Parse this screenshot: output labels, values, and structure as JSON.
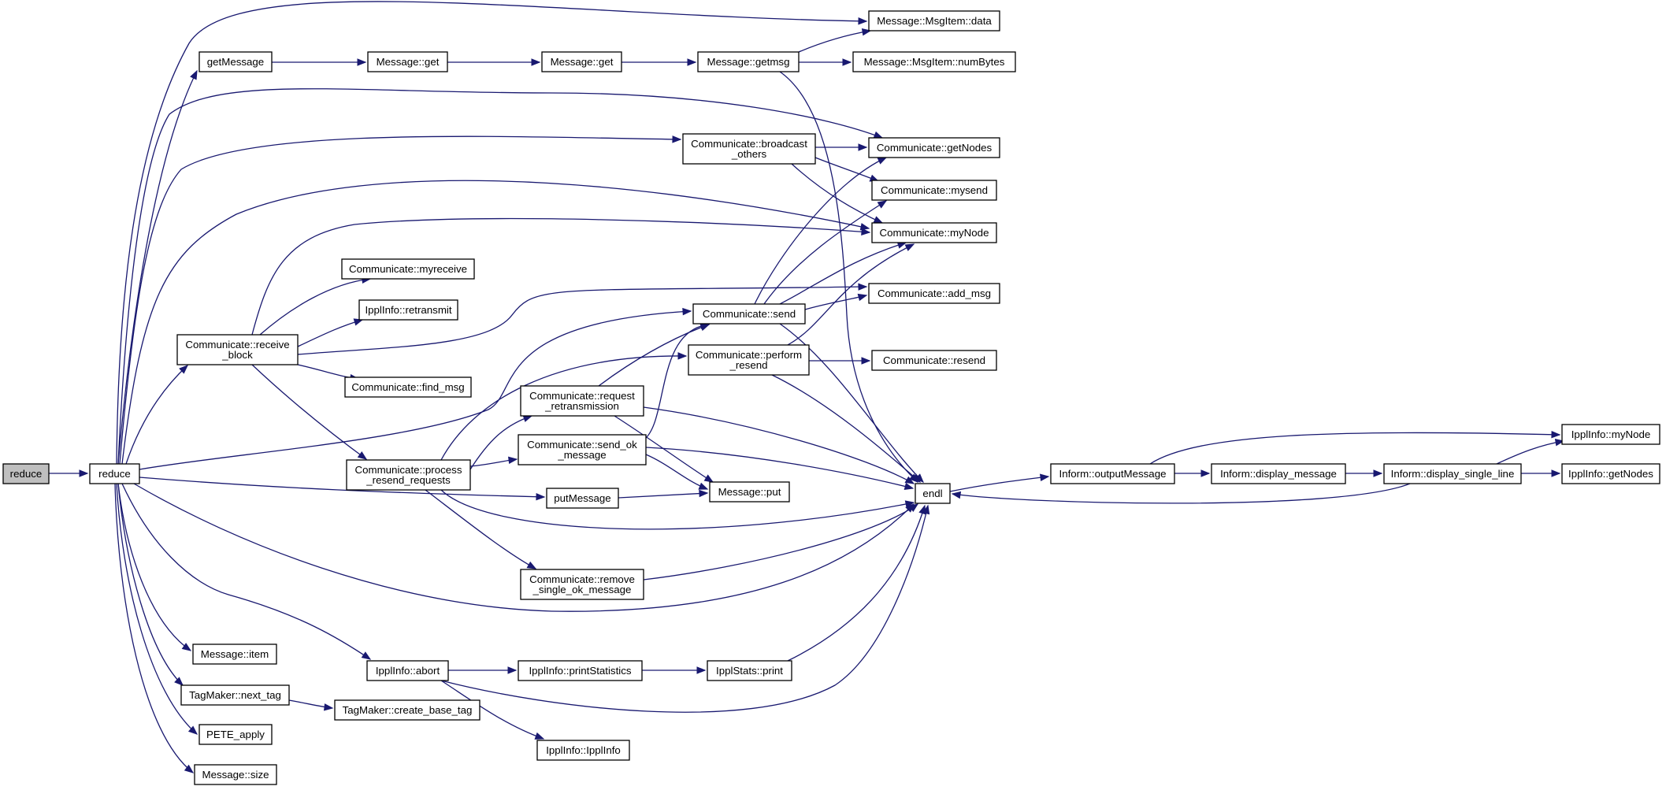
{
  "nodes": [
    {
      "id": "reduce_root",
      "label": [
        "reduce"
      ],
      "root": true
    },
    {
      "id": "reduce",
      "label": [
        "reduce"
      ]
    },
    {
      "id": "getMessage",
      "label": [
        "getMessage"
      ]
    },
    {
      "id": "message_get_1",
      "label": [
        "Message::get"
      ]
    },
    {
      "id": "message_get_2",
      "label": [
        "Message::get"
      ]
    },
    {
      "id": "message_getmsg",
      "label": [
        "Message::getmsg"
      ]
    },
    {
      "id": "msgitem_data",
      "label": [
        "Message::MsgItem::data"
      ]
    },
    {
      "id": "msgitem_numbytes",
      "label": [
        "Message::MsgItem::numBytes"
      ]
    },
    {
      "id": "comm_broadcast_others",
      "label": [
        "Communicate::broadcast",
        "_others"
      ]
    },
    {
      "id": "comm_getnodes",
      "label": [
        "Communicate::getNodes"
      ]
    },
    {
      "id": "comm_mysend",
      "label": [
        "Communicate::mysend"
      ]
    },
    {
      "id": "comm_mynode",
      "label": [
        "Communicate::myNode"
      ]
    },
    {
      "id": "comm_myreceive",
      "label": [
        "Communicate::myreceive"
      ]
    },
    {
      "id": "ipplinfo_retransmit",
      "label": [
        "IpplInfo::retransmit"
      ]
    },
    {
      "id": "comm_add_msg",
      "label": [
        "Communicate::add_msg"
      ]
    },
    {
      "id": "comm_send",
      "label": [
        "Communicate::send"
      ]
    },
    {
      "id": "comm_receive_block",
      "label": [
        "Communicate::receive",
        "_block"
      ]
    },
    {
      "id": "comm_perform_resend",
      "label": [
        "Communicate::perform",
        "_resend"
      ]
    },
    {
      "id": "comm_resend",
      "label": [
        "Communicate::resend"
      ]
    },
    {
      "id": "comm_find_msg",
      "label": [
        "Communicate::find_msg"
      ]
    },
    {
      "id": "comm_request_retransmission",
      "label": [
        "Communicate::request",
        "_retransmission"
      ]
    },
    {
      "id": "comm_send_ok_message",
      "label": [
        "Communicate::send_ok",
        "_message"
      ]
    },
    {
      "id": "comm_process_resend_requests",
      "label": [
        "Communicate::process",
        "_resend_requests"
      ]
    },
    {
      "id": "endl",
      "label": [
        "endl"
      ]
    },
    {
      "id": "putMessage",
      "label": [
        "putMessage"
      ]
    },
    {
      "id": "message_put",
      "label": [
        "Message::put"
      ]
    },
    {
      "id": "inform_outputmessage",
      "label": [
        "Inform::outputMessage"
      ]
    },
    {
      "id": "inform_display_message",
      "label": [
        "Inform::display_message"
      ]
    },
    {
      "id": "inform_display_single_line",
      "label": [
        "Inform::display_single_line"
      ]
    },
    {
      "id": "ipplinfo_mynode",
      "label": [
        "IpplInfo::myNode"
      ]
    },
    {
      "id": "ipplinfo_getnodes",
      "label": [
        "IpplInfo::getNodes"
      ]
    },
    {
      "id": "comm_remove_single_ok_message",
      "label": [
        "Communicate::remove",
        "_single_ok_message"
      ]
    },
    {
      "id": "message_item",
      "label": [
        "Message::item"
      ]
    },
    {
      "id": "ipplinfo_abort",
      "label": [
        "IpplInfo::abort"
      ]
    },
    {
      "id": "ipplinfo_printstatistics",
      "label": [
        "IpplInfo::printStatistics"
      ]
    },
    {
      "id": "ipplstats_print",
      "label": [
        "IpplStats::print"
      ]
    },
    {
      "id": "tagmaker_next_tag",
      "label": [
        "TagMaker::next_tag"
      ]
    },
    {
      "id": "tagmaker_create_base_tag",
      "label": [
        "TagMaker::create_base_tag"
      ]
    },
    {
      "id": "pete_apply",
      "label": [
        "PETE_apply"
      ]
    },
    {
      "id": "ipplinfo_ipplinfo",
      "label": [
        "IpplInfo::IpplInfo"
      ]
    },
    {
      "id": "message_size",
      "label": [
        "Message::size"
      ]
    }
  ],
  "colors": {
    "edge": "#191970",
    "node_border": "#000000",
    "root_fill": "#bfbfbf",
    "node_fill": "#ffffff"
  }
}
